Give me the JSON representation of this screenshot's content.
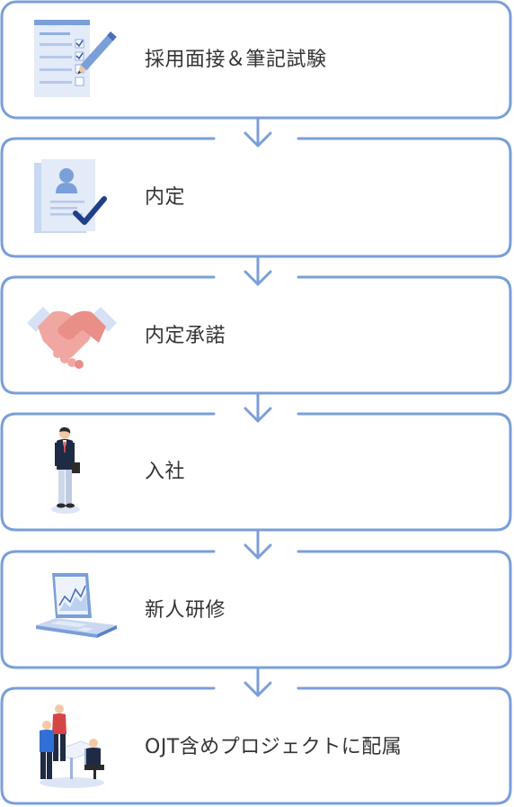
{
  "accent_color": "#7a9fd9",
  "steps": [
    {
      "label": "採用面接＆筆記試験",
      "icon": "exam-checklist-icon"
    },
    {
      "label": "内定",
      "icon": "offer-document-check-icon"
    },
    {
      "label": "内定承諾",
      "icon": "handshake-icon"
    },
    {
      "label": "入社",
      "icon": "businessman-icon"
    },
    {
      "label": "新人研修",
      "icon": "laptop-chart-icon"
    },
    {
      "label": "OJT含めプロジェクトに配属",
      "icon": "team-meeting-icon"
    }
  ]
}
